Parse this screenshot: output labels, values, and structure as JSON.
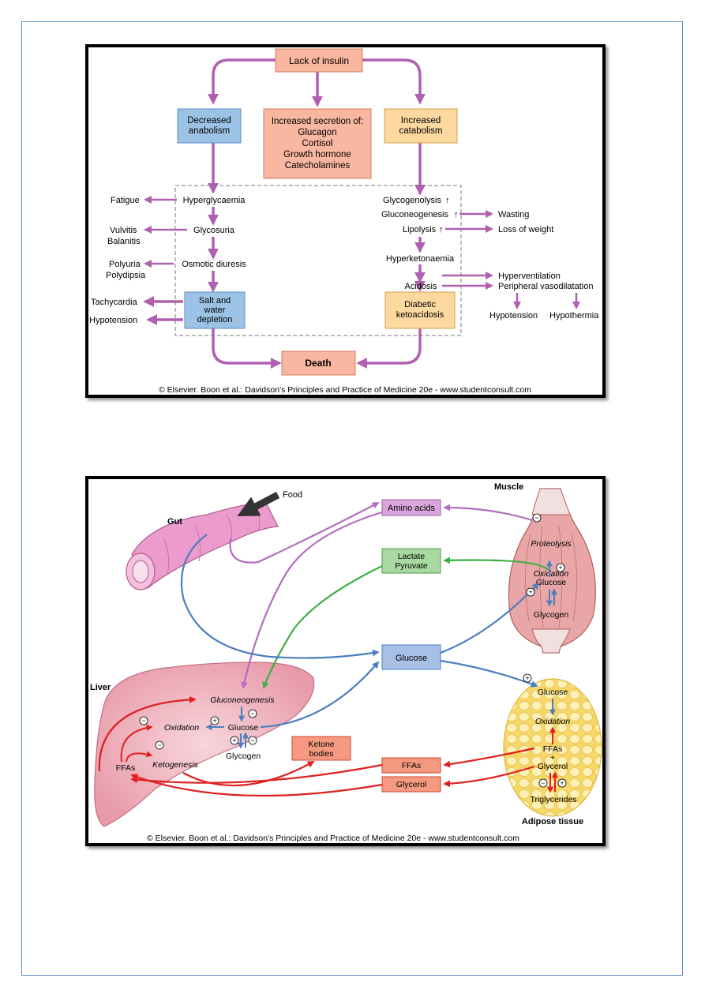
{
  "colors": {
    "arrow_purple": "#b060b0",
    "salmon_box": "#f9b6a0",
    "blue_box": "#9cc3e6",
    "orange_box": "#fdd9a0",
    "muscle_pink": "#e8a6a6",
    "adipose_yellow": "#fbe8a0",
    "liver_pink": "#efb2bc",
    "gut_pink": "#ec9ccc",
    "arrow_blue": "#4a7fc0",
    "arrow_red": "#e02020",
    "arrow_green": "#3cb043",
    "arrow_violet": "#b46cc0"
  },
  "figure1": {
    "lack_of_insulin": "Lack of insulin",
    "decreased_anabolism": [
      "Decreased",
      "anabolism"
    ],
    "increased_secretion": [
      "Increased secretion of:",
      "Glucagon",
      "Cortisol",
      "Growth hormone",
      "Catecholamines"
    ],
    "increased_catabolism": [
      "Increased",
      "catabolism"
    ],
    "hyperglycaemia": "Hyperglycaemia",
    "fatigue": "Fatigue",
    "glycosuria": "Glycosuria",
    "vulvitis": "Vulvitis",
    "balanitis": "Balanitis",
    "osmotic_diuresis": "Osmotic diuresis",
    "polyuria": "Polyuria",
    "polydipsia": "Polydipsia",
    "salt_water_depletion": [
      "Salt and",
      "water",
      "depletion"
    ],
    "tachycardia": "Tachycardia",
    "hypotension_left": "Hypotension",
    "glycogenolysis": "Glycogenolysis",
    "gluconeogenesis": "Gluconeogenesis",
    "lipolysis": "Lipolysis",
    "wasting": "Wasting",
    "loss_of_weight": "Loss of weight",
    "hyperketonaemia": "Hyperketonaemia",
    "acidosis": "Acidosis",
    "hyperventilation": "Hyperventilation",
    "peripheral_vasodilatation": "Peripheral vasodilatation",
    "diabetic_ketoacidosis": [
      "Diabetic",
      "ketoacidosis"
    ],
    "hypotension_right": "Hypotension",
    "hypothermia": "Hypothermia",
    "death": "Death",
    "up_arrow": "↑",
    "copyright": "© Elsevier. Boon et al.: Davidson's Principles and Practice of Medicine 20e - www.studentconsult.com"
  },
  "figure2": {
    "food": "Food",
    "gut": "Gut",
    "muscle": "Muscle",
    "amino_acids": "Amino acids",
    "proteolysis": "Proteolysis",
    "lactate_pyruvate": [
      "Lactate",
      "Pyruvate"
    ],
    "oxidation_muscle": "Oxidation",
    "glucose_muscle": "Glucose",
    "glycogen_muscle": "Glycogen",
    "glucose_center": "Glucose",
    "liver": "Liver",
    "gluconeogenesis": "Gluconeogenesis",
    "oxidation_liver": "Oxidation",
    "glucose_liver": "Glucose",
    "glycogen_liver": "Glycogen",
    "ketogenesis": "Ketogenesis",
    "ffas_liver": "FFAs",
    "ketone_bodies": [
      "Ketone",
      "bodies"
    ],
    "ffas_box": "FFAs",
    "glycerol_box": "Glycerol",
    "glucose_adipose": "Glucose",
    "oxidation_adipose": "Oxidation",
    "ffas_adipose": "FFAs",
    "plus_sign": "+",
    "glycerol_adipose": "Glycerol",
    "triglycerides": "Triglycerides",
    "adipose_tissue": "Adipose tissue",
    "plus_circle": "+",
    "minus_circle": "−",
    "copyright": "© Elsevier. Boon et al.: Davidson's Principles and Practice of Medicine 20e - www.studentconsult.com"
  }
}
